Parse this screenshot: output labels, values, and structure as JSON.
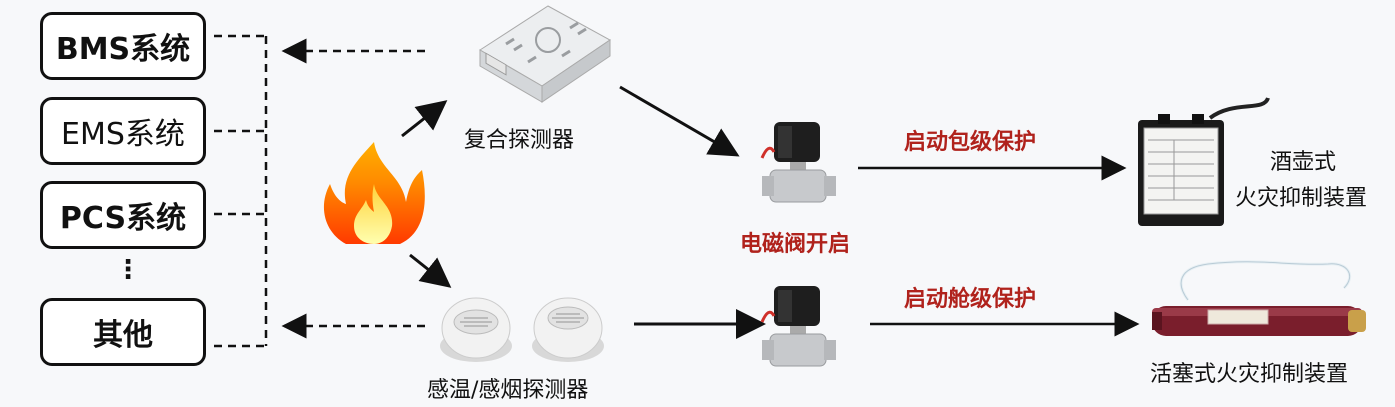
{
  "systems": {
    "bms": "BMS系统",
    "ems": "EMS系统",
    "pcs": "PCS系统",
    "ellipsis": "⋮",
    "other": "其他"
  },
  "detectors": {
    "composite": "复合探测器",
    "temp_smoke": "感温/感烟探测器"
  },
  "valve": {
    "open": "电磁阀开启"
  },
  "actions": {
    "pack_protect": "启动包级保护",
    "cabin_protect": "启动舱级保护"
  },
  "devices": {
    "bottle_line1": "酒壶式",
    "bottle_line2": "火灾抑制装置",
    "piston": "活塞式火灾抑制装置"
  },
  "colors": {
    "accent_red": "#b0221c",
    "line": "#111111",
    "flame_outer": "#ff7a00",
    "flame_inner": "#ffd23a"
  }
}
